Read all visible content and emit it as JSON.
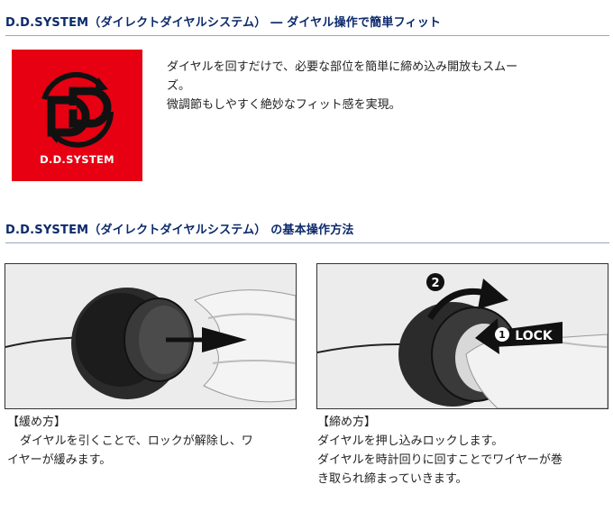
{
  "section1": {
    "title": "D.D.SYSTEM（ダイレクトダイヤルシステム） ― ダイヤル操作で簡単フィット"
  },
  "logo": {
    "text": "D.D.SYSTEM",
    "background": "#e60012"
  },
  "description": {
    "line1": "ダイヤルを回すだけで、必要な部位を簡単に締め込み開放もスムー",
    "line2": "ズ。",
    "line3": "微調節もしやすく絶妙なフィット感を実現。"
  },
  "section2": {
    "title": "D.D.SYSTEM（ダイレクトダイヤルシステム） の基本操作方法"
  },
  "photos": {
    "right_step2": "2",
    "right_step1": "1",
    "right_lock": "LOCK"
  },
  "captions": {
    "left": {
      "title": "【緩め方】",
      "line1": "ダイヤルを引くことで、ロックが解除し、ワ",
      "line2": "イヤーが緩みます。"
    },
    "right": {
      "title": "【締め方】",
      "line1": "ダイヤルを押し込みロックします。",
      "line2": "ダイヤルを時計回りに回すことでワイヤーが巻",
      "line3": "き取られ締まっていきます。"
    }
  },
  "colors": {
    "heading": "#0c2a6b",
    "rule": "#9aa7c0"
  }
}
